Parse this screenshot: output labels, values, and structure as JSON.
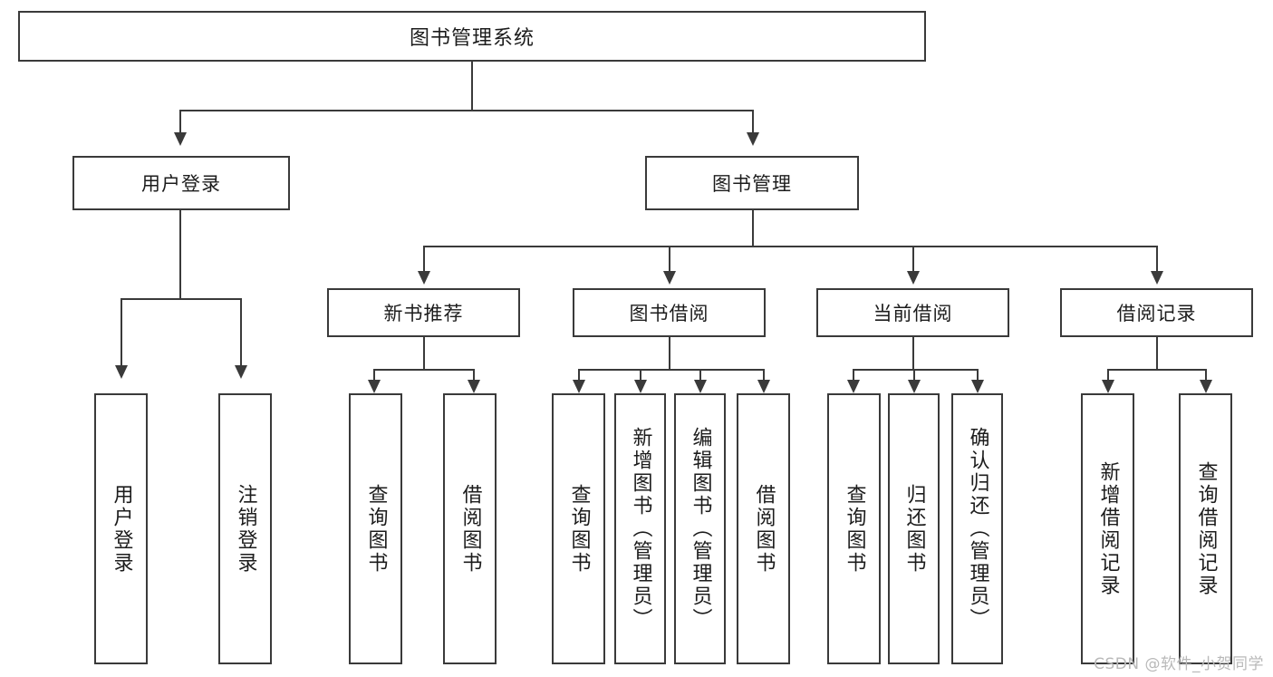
{
  "diagram": {
    "type": "tree-hierarchy-diagram",
    "title": "图书管理系统",
    "levels": [
      {
        "level": 1,
        "nodes": [
          {
            "id": "root",
            "label": "图书管理系统",
            "orientation": "horizontal"
          }
        ]
      },
      {
        "level": 2,
        "nodes": [
          {
            "id": "user-login",
            "label": "用户登录",
            "orientation": "horizontal",
            "parent": "root"
          },
          {
            "id": "book-manage",
            "label": "图书管理",
            "orientation": "horizontal",
            "parent": "root"
          }
        ]
      },
      {
        "level": 3,
        "nodes": [
          {
            "id": "new-book-recommend",
            "label": "新书推荐",
            "orientation": "horizontal",
            "parent": "book-manage"
          },
          {
            "id": "book-borrow",
            "label": "图书借阅",
            "orientation": "horizontal",
            "parent": "book-manage"
          },
          {
            "id": "current-borrow",
            "label": "当前借阅",
            "orientation": "horizontal",
            "parent": "book-manage"
          },
          {
            "id": "borrow-record",
            "label": "借阅记录",
            "orientation": "horizontal",
            "parent": "book-manage"
          }
        ]
      },
      {
        "level": 4,
        "nodes": [
          {
            "id": "leaf-user-login",
            "label": "用户登录",
            "orientation": "vertical",
            "parent": "user-login"
          },
          {
            "id": "leaf-user-logout",
            "label": "注销登录",
            "orientation": "vertical",
            "parent": "user-login"
          },
          {
            "id": "leaf-query-book-1",
            "label": "查询图书",
            "orientation": "vertical",
            "parent": "new-book-recommend"
          },
          {
            "id": "leaf-borrow-book-1",
            "label": "借阅图书",
            "orientation": "vertical",
            "parent": "new-book-recommend"
          },
          {
            "id": "leaf-query-book-2",
            "label": "查询图书",
            "orientation": "vertical",
            "parent": "book-borrow"
          },
          {
            "id": "leaf-add-book",
            "label": "新增图书（管理员）",
            "orientation": "vertical",
            "parent": "book-borrow"
          },
          {
            "id": "leaf-edit-book",
            "label": "编辑图书（管理员）",
            "orientation": "vertical",
            "parent": "book-borrow"
          },
          {
            "id": "leaf-borrow-book-2",
            "label": "借阅图书",
            "orientation": "vertical",
            "parent": "book-borrow"
          },
          {
            "id": "leaf-query-book-3",
            "label": "查询图书",
            "orientation": "vertical",
            "parent": "current-borrow"
          },
          {
            "id": "leaf-return-book",
            "label": "归还图书",
            "orientation": "vertical",
            "parent": "current-borrow"
          },
          {
            "id": "leaf-confirm-return",
            "label": "确认归还（管理员）",
            "orientation": "vertical",
            "parent": "current-borrow"
          },
          {
            "id": "leaf-add-record",
            "label": "新增借阅记录",
            "orientation": "vertical",
            "parent": "borrow-record"
          },
          {
            "id": "leaf-query-record",
            "label": "查询借阅记录",
            "orientation": "vertical",
            "parent": "borrow-record"
          }
        ]
      }
    ],
    "colors": {
      "stroke": "#3a3a3a",
      "fill": "#ffffff",
      "text": "#1c1c1c",
      "watermark": "#b9b9b9"
    }
  },
  "watermark": {
    "text": "CSDN @软件_小贺同学"
  }
}
